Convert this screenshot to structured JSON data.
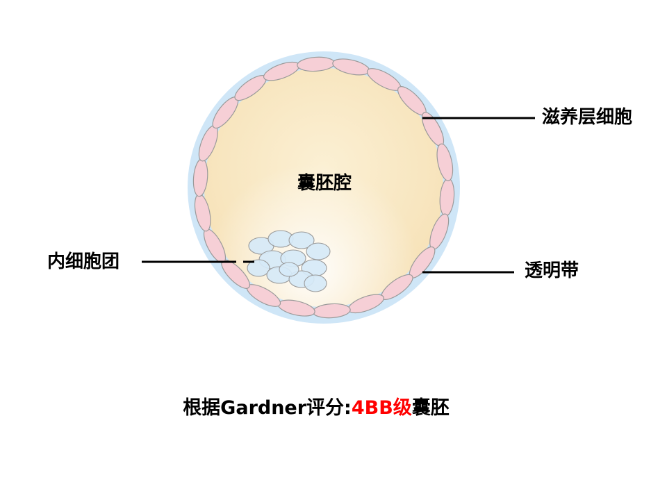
{
  "labels": {
    "trophectoderm": "滋养层细胞",
    "blastocoel": "囊胚腔",
    "inner_cell_mass": "内细胞团",
    "zona_pellucida": "透明带"
  },
  "caption": {
    "prefix": "根据Gardner评分:",
    "grade": "4BB级",
    "suffix": "囊胚"
  },
  "colors": {
    "zona": "#cfe6f7",
    "cavity": "#f8e8c4",
    "trophectoderm_cell": "#f6cfd6",
    "icm_cell": "#d6e9f7",
    "cell_outline": "#9a9a9a",
    "grade_text": "#ff0000",
    "label_text": "#000000"
  }
}
